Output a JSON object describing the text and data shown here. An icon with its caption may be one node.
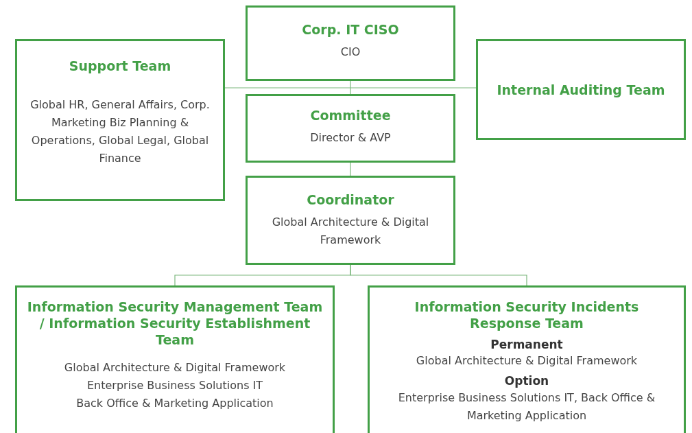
{
  "diagram": {
    "nodes": [
      {
        "text": [
          "Corp. IT CISO",
          "CIO"
        ]
      },
      {
        "text": [
          "Support Team",
          "Global HR, General Affairs, Corp. Marketing Biz Planning & Operations, Global Legal, Global Finance"
        ]
      },
      {
        "text": [
          "Internal Auditing Team"
        ]
      },
      {
        "text": [
          "Committee",
          "Director & AVP"
        ]
      },
      {
        "text": [
          "Coordinator",
          "Global Architecture & Digital Framework"
        ]
      },
      {
        "text": [
          "Information Security Management Team / Information Security Establishment Team",
          "Global Architecture & Digital Framework",
          "Enterprise Business Solutions IT",
          "Back Office & Marketing Application"
        ]
      },
      {
        "text": [
          "Information Security Incidents Response Team",
          "Permanent",
          "Global Architecture & Digital Framework",
          "Option",
          "Enterprise Business Solutions IT, Back Office & Marketing Application"
        ]
      }
    ],
    "edges": [
      {
        "from": 0,
        "to": 3,
        "arrow": "none"
      },
      {
        "from": 1,
        "to": 2,
        "arrow": "none"
      },
      {
        "from": 3,
        "to": 4,
        "arrow": "none"
      },
      {
        "from": 4,
        "to": 5,
        "arrow": "none"
      },
      {
        "from": 4,
        "to": 6,
        "arrow": "none"
      }
    ]
  }
}
